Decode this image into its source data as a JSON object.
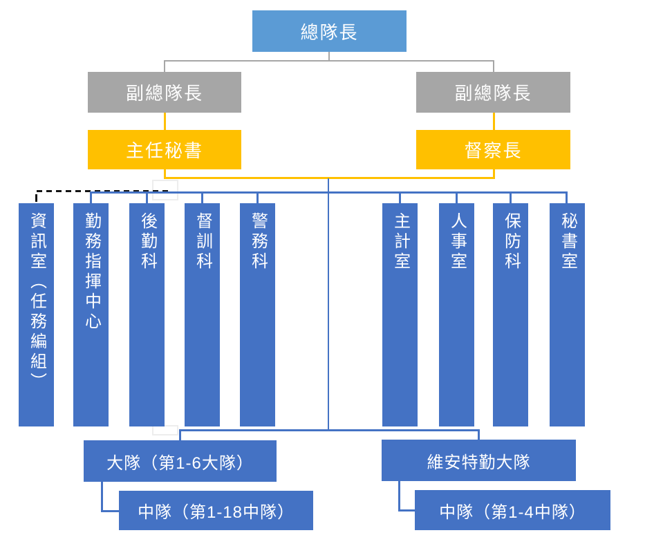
{
  "org_chart": {
    "root": {
      "label": "總隊長"
    },
    "deputies": [
      {
        "label": "副總隊長"
      },
      {
        "label": "副總隊長"
      }
    ],
    "staff_chiefs": [
      {
        "label": "主任秘書"
      },
      {
        "label": "督察長"
      }
    ],
    "departments": [
      {
        "label": "資訊室（任務編組）",
        "connector": "dashed"
      },
      {
        "label": "勤務指揮中心",
        "connector": "solid"
      },
      {
        "label": "後勤科",
        "connector": "solid"
      },
      {
        "label": "督訓科",
        "connector": "solid"
      },
      {
        "label": "警務科",
        "connector": "solid"
      },
      {
        "label": "主計室",
        "connector": "solid"
      },
      {
        "label": "人事室",
        "connector": "solid"
      },
      {
        "label": "保防科",
        "connector": "solid"
      },
      {
        "label": "秘書室",
        "connector": "solid"
      }
    ],
    "field_units": [
      {
        "label": "大隊（第1-6大隊）",
        "child": {
          "label": "中隊（第1-18中隊）"
        }
      },
      {
        "label": "維安特勤大隊",
        "child": {
          "label": "中隊（第1-4中隊）"
        }
      }
    ],
    "colors": {
      "root_fill": "#5B9BD5",
      "deputy_fill": "#A6A6A6",
      "staff_fill": "#FFC000",
      "department_fill": "#4472C4",
      "connector_gray": "#A6A6A6",
      "connector_yellow": "#FFC000",
      "connector_blue": "#4472C4",
      "dashed_connector": "#141414"
    }
  }
}
